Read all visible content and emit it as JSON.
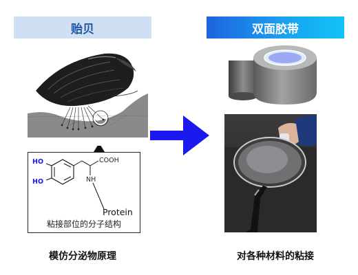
{
  "left_panel": {
    "header": "贻贝",
    "formula": {
      "caption": "粘接部位的分子结构",
      "labels": {
        "ho_top": "HO",
        "ho_bottom": "HO",
        "cooh": "COOH",
        "nh": "NH",
        "protein": "Protein"
      }
    },
    "caption": "模仿分泌物原理"
  },
  "right_panel": {
    "header": "双面胶带",
    "caption": "对各种材料的粘接"
  },
  "colors": {
    "left_header_bg": "#cfe0f3",
    "left_header_text": "#1f57a6",
    "right_header_gradient": [
      "#1f63de",
      "#11c3f7"
    ],
    "arrow": "#1a1aee",
    "hydroxyl_labels": "#1a1adb"
  }
}
